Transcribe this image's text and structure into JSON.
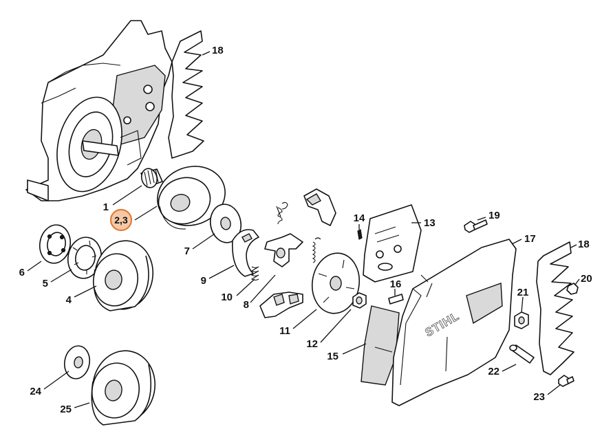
{
  "callouts": {
    "p1": "1",
    "p2_3": "2,3",
    "p4": "4",
    "p5": "5",
    "p6": "6",
    "p7": "7",
    "p8": "8",
    "p9": "9",
    "p10": "10",
    "p11": "11",
    "p12": "12",
    "p13": "13",
    "p14": "14",
    "p15": "15",
    "p16": "16",
    "p17": "17",
    "p18_top": "18",
    "p18_right": "18",
    "p19": "19",
    "p20": "20",
    "p21": "21",
    "p22": "22",
    "p23": "23",
    "p24": "24",
    "p25": "25"
  },
  "cover_logo": "STIHL",
  "colors": {
    "highlight_fill": "#f6c9a6",
    "highlight_stroke": "#e07b3c",
    "line": "#111111"
  }
}
